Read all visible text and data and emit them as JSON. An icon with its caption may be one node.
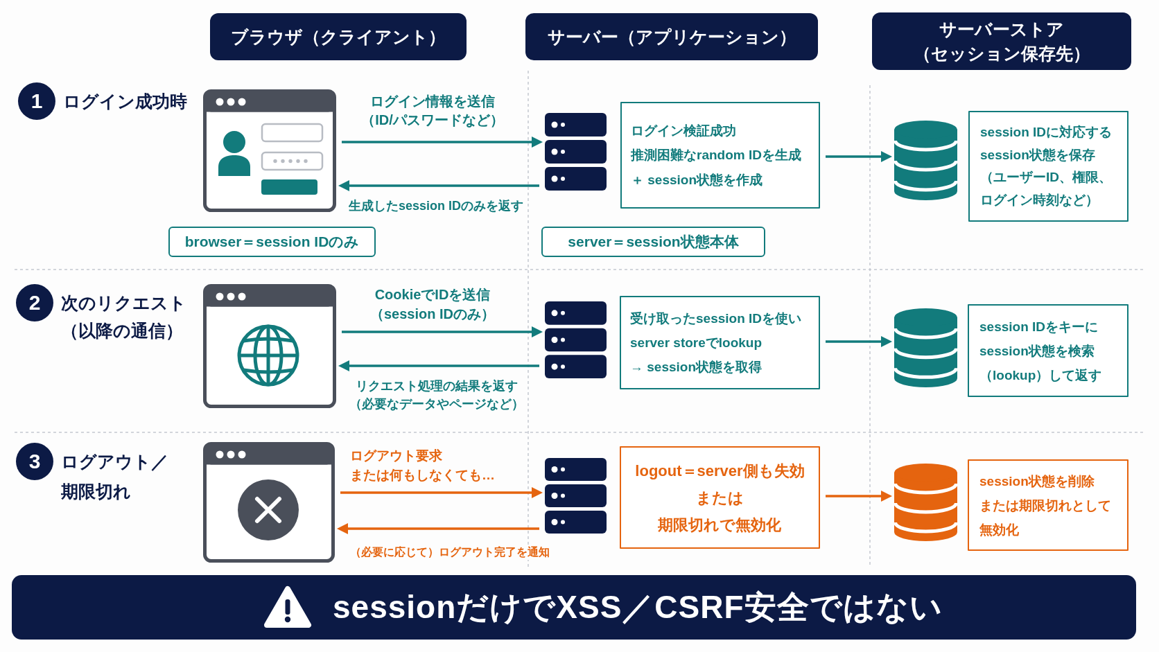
{
  "diagram": {
    "nodes": [
      {
        "text": [
          "ブラウザ（クライアント）"
        ]
      },
      {
        "text": [
          "サーバー（アプリケーション）"
        ]
      },
      {
        "text": [
          "サーバーストア（セッション保存先）"
        ]
      },
      {
        "text": [
          "1"
        ],
        "beside": [
          "ログイン成功時"
        ]
      },
      {
        "text": [],
        "shape": "picture"
      },
      {
        "text": [],
        "shape": "picture"
      },
      {
        "text": [
          "ログイン検証成功",
          "推測困難なrandom IDを生成",
          "＋ session状態を作成"
        ]
      },
      {
        "text": [],
        "shape": "cylinder"
      },
      {
        "text": [
          "session IDに対応するsession状態を保存（ユーザーID、権限、ログイン時刻など）"
        ]
      },
      {
        "text": [
          "browser＝session IDのみ"
        ]
      },
      {
        "text": [
          "server＝session状態本体"
        ]
      },
      {
        "text": [
          "2"
        ],
        "beside": [
          "次のリクエスト（以降の通信）"
        ]
      },
      {
        "text": [],
        "shape": "picture"
      },
      {
        "text": [],
        "shape": "picture"
      },
      {
        "text": [
          "受け取ったsession IDを使い",
          "server storeでlookup",
          "→ session状態を取得"
        ]
      },
      {
        "text": [],
        "shape": "cylinder"
      },
      {
        "text": [
          "session IDをキーにsession状態を検索（lookup）して返す"
        ]
      },
      {
        "text": [
          "3"
        ],
        "beside": [
          "ログアウト／期限切れ"
        ]
      },
      {
        "text": [],
        "shape": "picture"
      },
      {
        "text": [],
        "shape": "picture"
      },
      {
        "text": [
          "logout＝server側も失効または期限切れで無効化"
        ]
      },
      {
        "text": [],
        "shape": "cylinder"
      },
      {
        "text": [
          "session状態を削除または期限切れとして無効化"
        ]
      },
      {
        "text": [
          "sessionだけでXSS／CSRF安全ではない"
        ]
      }
    ],
    "edges": [
      {
        "from": 4,
        "to": 5,
        "arrow": "to",
        "label": "ログイン情報を送信（ID/パスワードなど）"
      },
      {
        "from": 5,
        "to": 4,
        "arrow": "to",
        "label": "生成したsession IDのみを返す"
      },
      {
        "from": 6,
        "to": 7,
        "arrow": "to"
      },
      {
        "from": 12,
        "to": 13,
        "arrow": "to",
        "label": "CookieでIDを送信（session IDのみ）"
      },
      {
        "from": 13,
        "to": 12,
        "arrow": "to",
        "label": "リクエスト処理の結果を返す（必要なデータやページなど）"
      },
      {
        "from": 14,
        "to": 15,
        "arrow": "to"
      },
      {
        "from": 18,
        "to": 19,
        "arrow": "to",
        "label": "ログアウト要求または何もしなくても…",
        "color": "#e5640f"
      },
      {
        "from": 19,
        "to": 18,
        "arrow": "to",
        "label": "（必要に応じて）ログアウト完了を通知",
        "color": "#e5640f"
      },
      {
        "from": 20,
        "to": 21,
        "arrow": "to",
        "color": "#e5640f"
      }
    ]
  }
}
